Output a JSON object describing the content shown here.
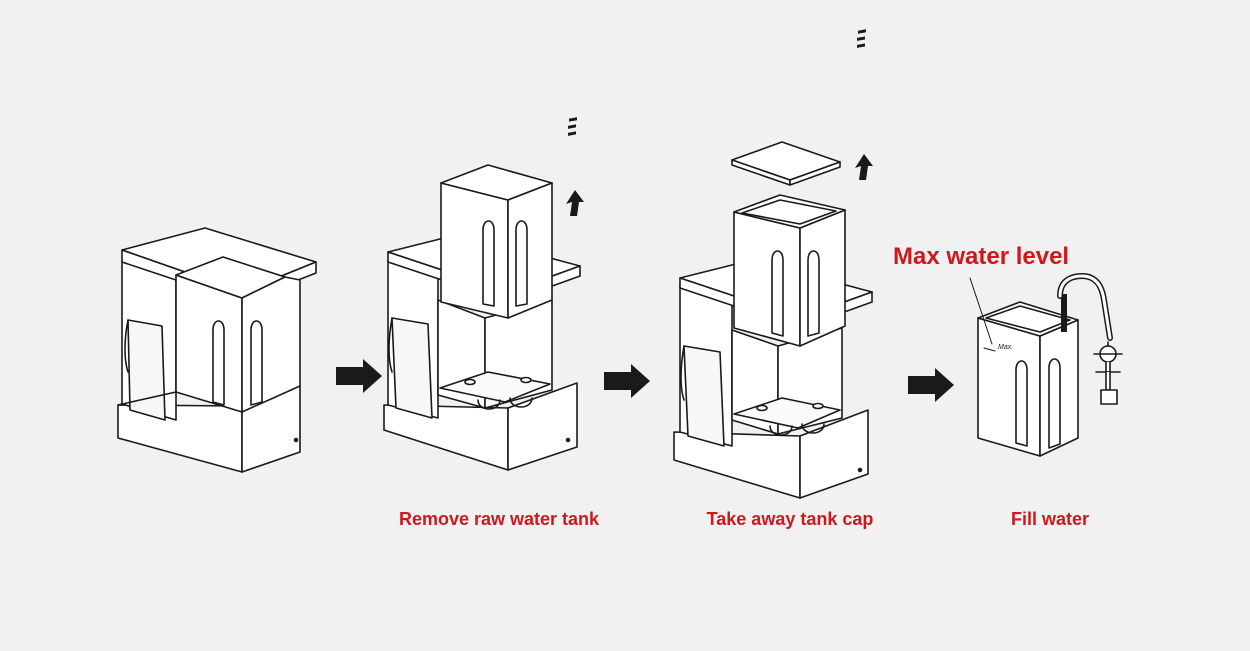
{
  "steps": [
    {
      "label": "Remove raw water tank"
    },
    {
      "label": "Take away tank cap"
    },
    {
      "label": "Fill water"
    }
  ],
  "annotations": {
    "max_level_label": "Max water level",
    "max_mark": "Max."
  },
  "colors": {
    "background": "#f1f1f1",
    "caption_red": "#d0171c",
    "line": "#1a1a1a"
  },
  "icons": [
    "right-arrow-icon",
    "up-arrow-icon",
    "faucet-icon"
  ]
}
